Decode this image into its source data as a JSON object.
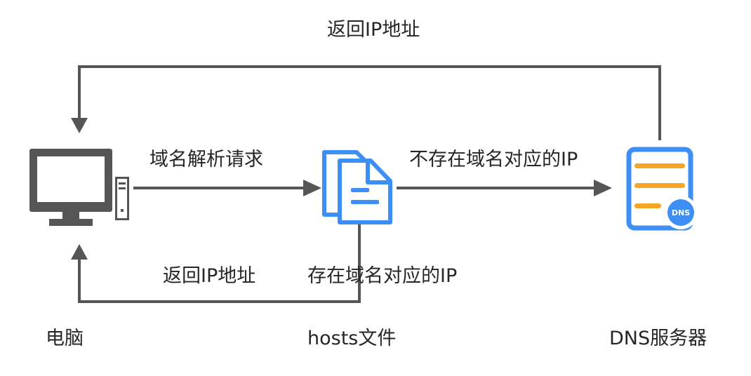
{
  "labels": {
    "top_return": "返回IP地址",
    "request": "域名解析请求",
    "not_exist": "不存在域名对应的IP",
    "bottom_return": "返回IP地址",
    "exist": "存在域名对应的IP"
  },
  "nodes": {
    "computer": "电脑",
    "hosts": "hosts文件",
    "dns": "DNS服务器",
    "dns_badge": "DNS"
  },
  "colors": {
    "line": "#555555",
    "computer": "#555555",
    "file_blue": "#3d8ef5",
    "dns_blue": "#3d8ef5",
    "dns_lines": "#f5a623"
  }
}
